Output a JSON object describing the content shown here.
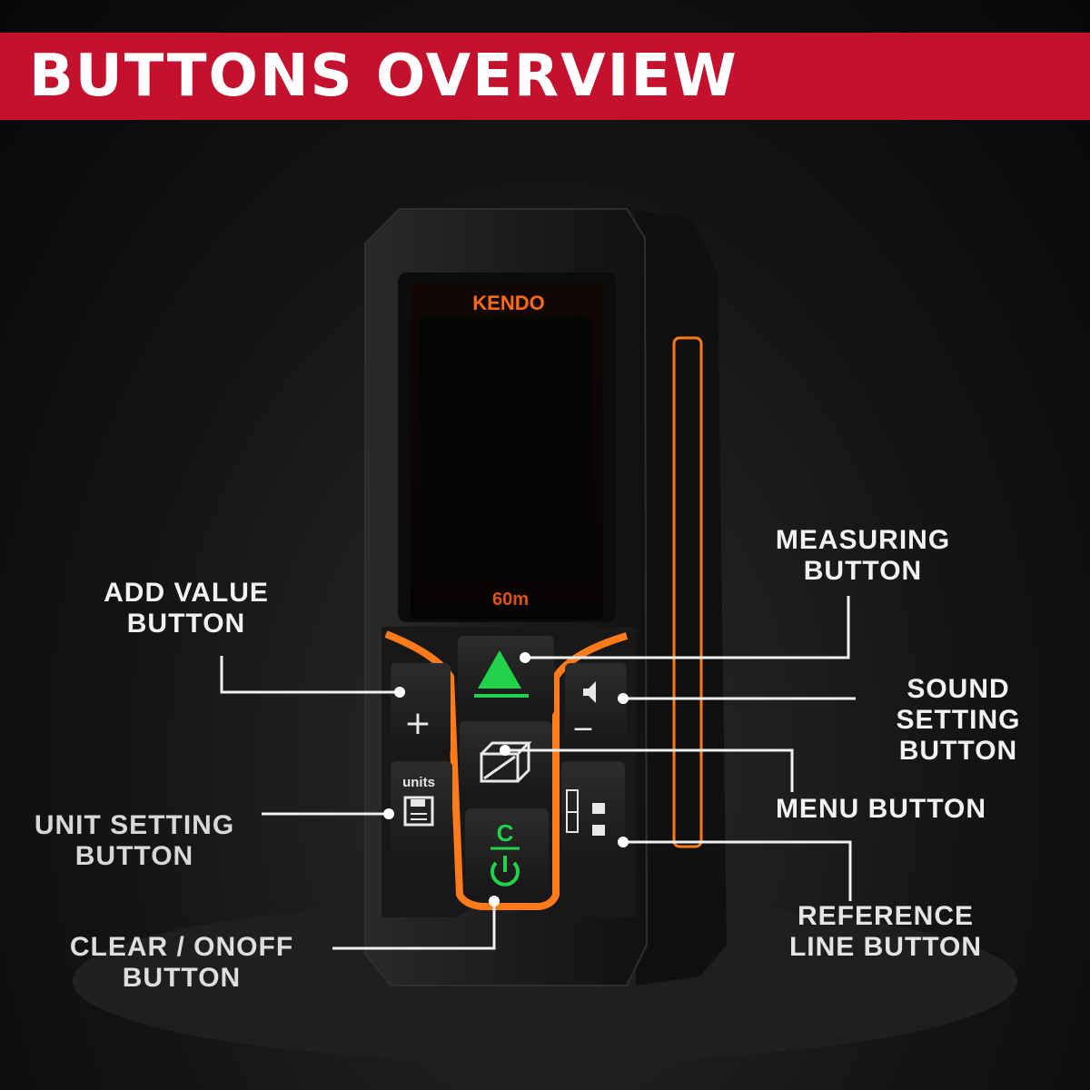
{
  "banner": {
    "title": "BUTTONS OVERVIEW"
  },
  "device": {
    "brand": "KENDO",
    "range": "60m",
    "units_label": "units",
    "plus_symbol": "+",
    "minus_symbol": "−",
    "clear_symbol": "C"
  },
  "labels": {
    "measuring": {
      "line1": "MEASURING",
      "line2": "BUTTON"
    },
    "add_value": {
      "line1": "ADD VALUE",
      "line2": "BUTTON"
    },
    "sound_setting": {
      "line1": "SOUND",
      "line2": "SETTING",
      "line3": "BUTTON"
    },
    "menu": {
      "line1": "MENU BUTTON"
    },
    "unit_setting": {
      "line1": "UNIT SETTING",
      "line2": "BUTTON"
    },
    "reference_line": {
      "line1": "REFERENCE",
      "line2": "LINE BUTTON"
    },
    "clear_onoff": {
      "line1": "CLEAR / ONOFF",
      "line2": "BUTTON"
    }
  },
  "colors": {
    "banner": "#c3112e",
    "accent_orange": "#ff7a1a",
    "green": "#22d24a",
    "device_body": "#1b1b1b"
  }
}
